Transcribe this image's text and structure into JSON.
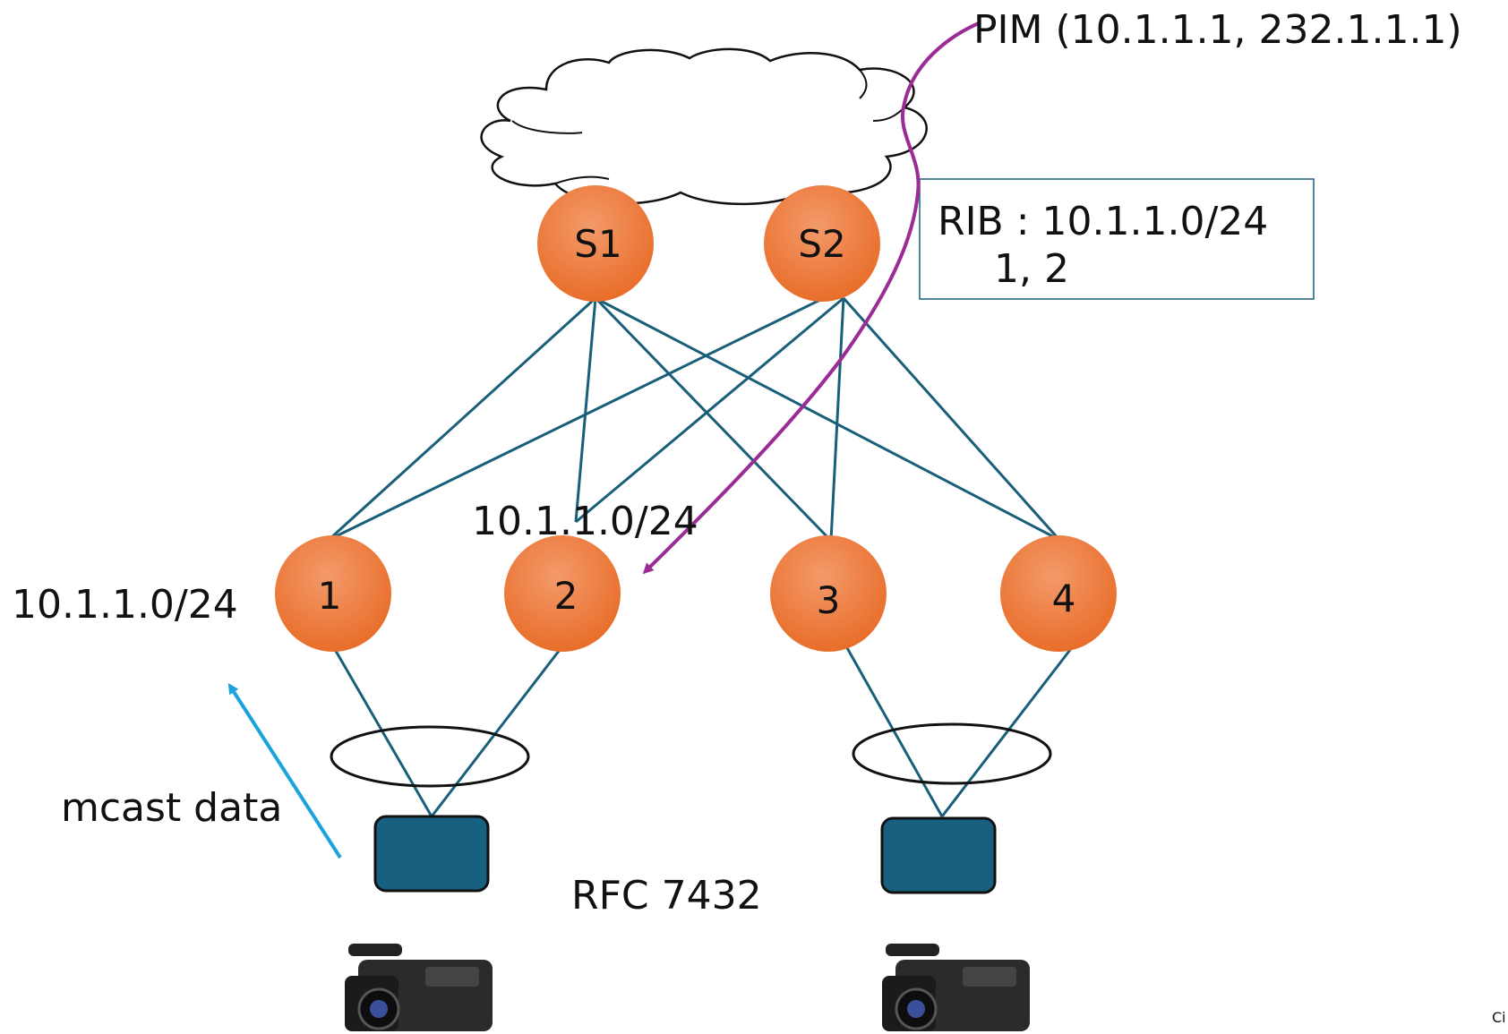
{
  "title": "PIM (10.1.1.1, 232.1.1.1)",
  "spines": [
    {
      "id": "S1",
      "label": "S1"
    },
    {
      "id": "S2",
      "label": "S2"
    }
  ],
  "leaves": [
    {
      "id": "1",
      "label": "1"
    },
    {
      "id": "2",
      "label": "2"
    },
    {
      "id": "3",
      "label": "3"
    },
    {
      "id": "4",
      "label": "4"
    }
  ],
  "rib_box": {
    "line1": "RIB : 10.1.1.0/24",
    "line2": "1, 2"
  },
  "prefix_labels": {
    "leaf1": "10.1.1.0/24",
    "leaf2": "10.1.1.0/24"
  },
  "mcast_label": "mcast data",
  "rfc_label": "RFC 7432",
  "corner_text": "Ci",
  "colors": {
    "node_fill": "#ee7a3f",
    "link": "#1a5f7a",
    "pim_arrow": "#9b2c96",
    "mcast_arrow": "#1ca3dc",
    "host_fill": "#17607f"
  }
}
